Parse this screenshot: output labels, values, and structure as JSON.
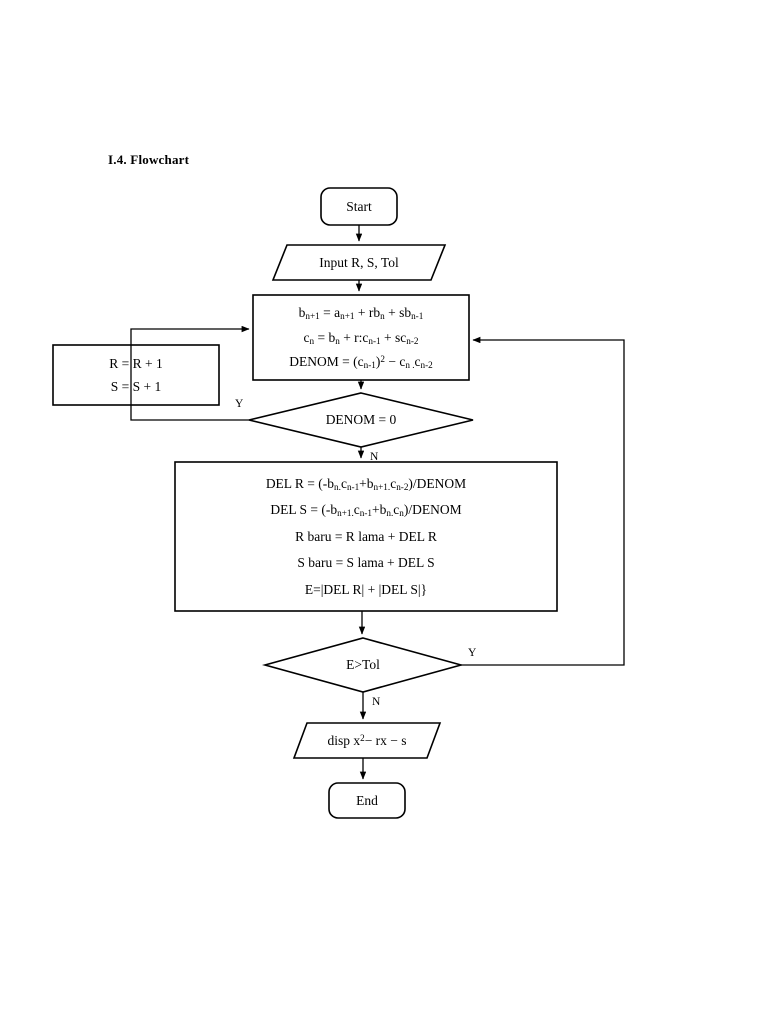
{
  "document": {
    "heading": "I.4. Flowchart"
  },
  "flowchart": {
    "title": "Bairstow method flowchart",
    "nodes": [
      {
        "id": "start",
        "type": "terminator",
        "label": "Start"
      },
      {
        "id": "input",
        "type": "input-output",
        "label": "Input R, S, Tol"
      },
      {
        "id": "compute",
        "type": "process",
        "lines": [
          "b<sub>n+1</sub> = a<sub>n+1</sub> + rb<sub>n</sub> + sb<sub>n-1</sub>",
          "c<sub>n</sub> = b<sub>n</sub> + r:c<sub>n-1</sub> + sc<sub>n-2</sub>",
          "DENOM = (c<sub>n-1</sub>)<sup>2</sup> &#8722; c<sub>n .</sub>c<sub>n-2</sub>"
        ]
      },
      {
        "id": "increment",
        "type": "process",
        "lines": [
          "R = R + 1",
          "S = S + 1"
        ]
      },
      {
        "id": "denom-zero",
        "type": "decision",
        "label": "DENOM = 0"
      },
      {
        "id": "deltas",
        "type": "process",
        "lines": [
          "DEL R = (-b<sub>n.</sub>c<sub>n-1</sub>+b<sub>n+1.</sub>c<sub>n-2</sub>)/DENOM",
          "DEL S = (-b<sub>n+1.</sub>c<sub>n-1</sub>+b<sub>n.</sub>c<sub>n</sub>)/DENOM",
          "R baru = R lama + DEL R",
          "S baru = S lama + DEL S",
          "E=|DEL R| + |DEL S|}"
        ]
      },
      {
        "id": "e-gt-tol",
        "type": "decision",
        "label": "E&gt;Tol"
      },
      {
        "id": "display",
        "type": "input-output",
        "label": "disp x<sup>2</sup>&#8722; rx &#8722; s"
      },
      {
        "id": "end",
        "type": "terminator",
        "label": "End"
      }
    ],
    "branch_labels": {
      "denom_zero_yes": "Y",
      "denom_zero_no": "N",
      "e_gt_tol_yes": "Y",
      "e_gt_tol_no": "N"
    },
    "colors": {
      "stroke": "#000000",
      "background": "#ffffff",
      "text": "#000000"
    }
  }
}
